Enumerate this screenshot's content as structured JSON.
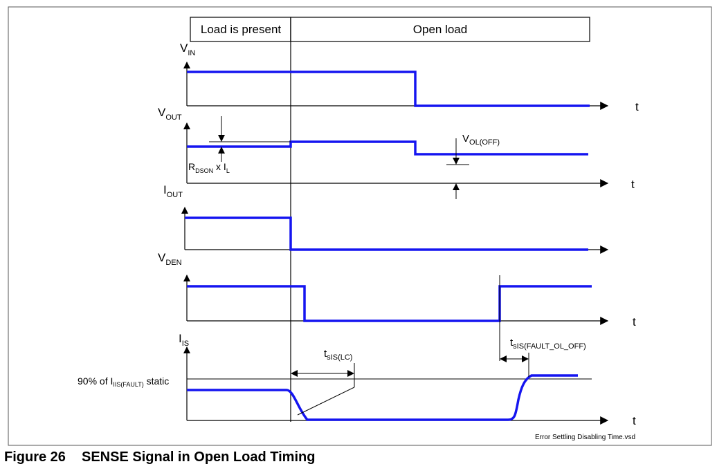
{
  "header": {
    "left_label": "Load is present",
    "right_label": "Open load"
  },
  "signals": {
    "vin": {
      "main": "V",
      "sub": "IN"
    },
    "vout": {
      "main": "V",
      "sub": "OUT"
    },
    "iout": {
      "main": "I",
      "sub": "OUT"
    },
    "vden": {
      "main": "V",
      "sub": "DEN"
    },
    "iis": {
      "main": "I",
      "sub": "IS"
    }
  },
  "annotations": {
    "rdson": {
      "a": "R",
      "a_sub": "DSON",
      "b": " x I",
      "b_sub": "L"
    },
    "vol_off": {
      "main": "V",
      "sub": "OL(OFF)"
    },
    "tsis_lc": {
      "main": "t",
      "sub": "sIS(LC)"
    },
    "tsis_fault": {
      "main": "t",
      "sub": "sIS(FAULT_OL_OFF)"
    },
    "threshold": {
      "pre": "90% of I",
      "sub": "IIS(FAULT)",
      "post": " static"
    }
  },
  "time_label": "t",
  "file_label": "Error Settling Disabling Time.vsd",
  "caption": {
    "number": "Figure 26",
    "title": "SENSE Signal in Open Load Timing"
  },
  "colors": {
    "signal": "#1515f0",
    "line": "#000000"
  }
}
